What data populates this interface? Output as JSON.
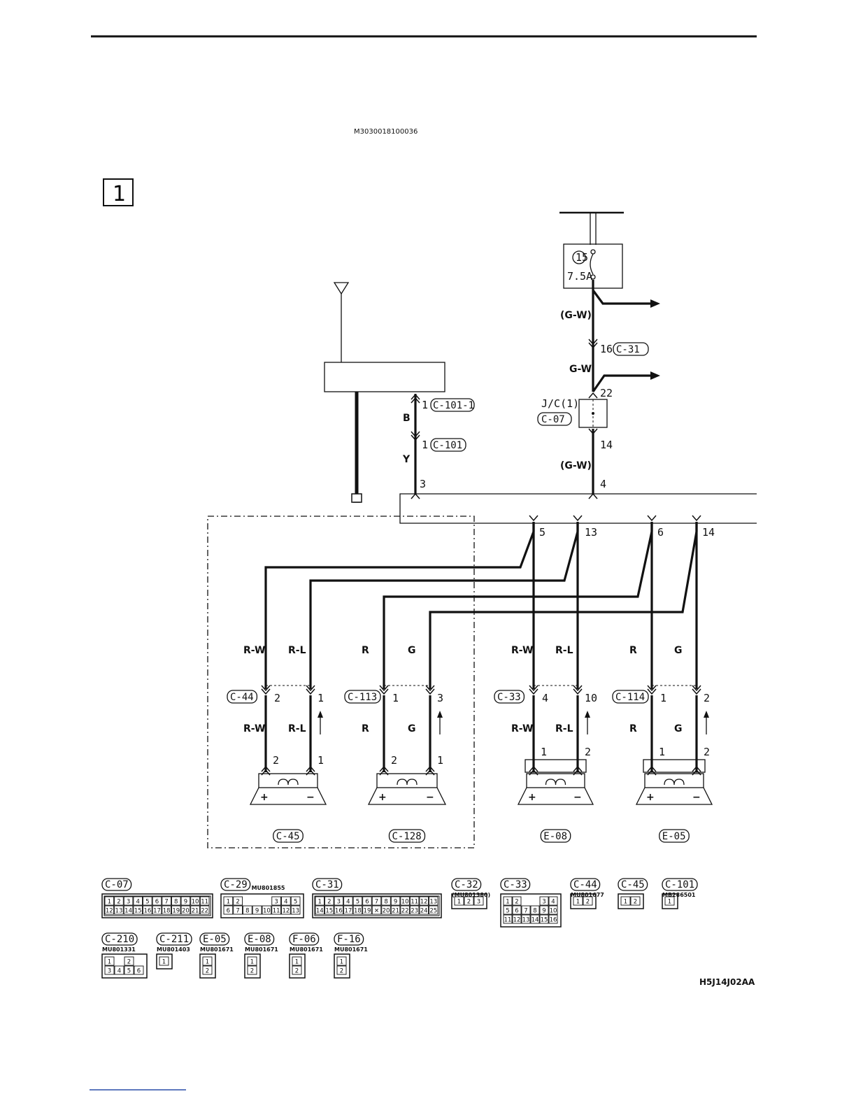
{
  "header": {
    "doc_code": "M3030018100036",
    "section_number": "1"
  },
  "fuse": {
    "number": "15",
    "rating": "7.5A"
  },
  "power_wires": {
    "upper_color": "(G-W)",
    "mid_color": "G-W",
    "lower_color": "(G-W)",
    "c31_pin": "16",
    "c31_conn": "C-31",
    "jc_pin_top": "22",
    "jc_pin_bottom": "14",
    "jc_label": "J/C(1)",
    "jc_conn": "C-07"
  },
  "antenna_wires": {
    "pin_c101_1": "1",
    "conn_c101_1": "C-101-1",
    "color_b": "B",
    "pin_c101": "1",
    "conn_c101": "C-101",
    "color_y": "Y"
  },
  "radio_pins": {
    "p3": "3",
    "p4": "4",
    "p5": "5",
    "p13": "13",
    "p6": "6",
    "p14": "14"
  },
  "speakers": [
    {
      "conn_mid": "C-44",
      "mid_pins": [
        "2",
        "1"
      ],
      "top_colors": [
        "R-W",
        "R-L"
      ],
      "bottom_colors": [
        "R-W",
        "R-L"
      ],
      "spk_pins": [
        "2",
        "1"
      ],
      "conn": "C-45"
    },
    {
      "conn_mid": "C-113",
      "mid_pins": [
        "1",
        "3"
      ],
      "top_colors": [
        "R",
        "G"
      ],
      "bottom_colors": [
        "R",
        "G"
      ],
      "spk_pins": [
        "2",
        "1"
      ],
      "conn": "C-128"
    },
    {
      "conn_mid": "C-33",
      "mid_pins": [
        "4",
        "10"
      ],
      "top_colors": [
        "R-W",
        "R-L"
      ],
      "bottom_colors": [
        "R-W",
        "R-L"
      ],
      "spk_pins": [
        "1",
        "2"
      ],
      "conn": "E-08"
    },
    {
      "conn_mid": "C-114",
      "mid_pins": [
        "1",
        "2"
      ],
      "top_colors": [
        "R",
        "G"
      ],
      "bottom_colors": [
        "R",
        "G"
      ],
      "spk_pins": [
        "1",
        "2"
      ],
      "conn": "E-05"
    }
  ],
  "speaker_polarity": {
    "plus": "+",
    "minus": "−"
  },
  "connector_legend": [
    {
      "id": "C-07",
      "part": "",
      "rows": [
        [
          "1",
          "2",
          "3",
          "4",
          "5",
          "6",
          "7",
          "8",
          "9",
          "10",
          "11"
        ],
        [
          "12",
          "13",
          "14",
          "15",
          "16",
          "17",
          "18",
          "19",
          "20",
          "21",
          "22"
        ]
      ]
    },
    {
      "id": "C-29",
      "part": "MU801855",
      "rows": [
        [
          "1",
          "2",
          "",
          "",
          "",
          "3",
          "4",
          "5"
        ],
        [
          "6",
          "7",
          "8",
          "9",
          "10",
          "11",
          "12",
          "13"
        ]
      ]
    },
    {
      "id": "C-31",
      "part": "",
      "rows": [
        [
          "1",
          "2",
          "3",
          "4",
          "5",
          "6",
          "7",
          "8",
          "9",
          "10",
          "11",
          "12",
          "13"
        ],
        [
          "14",
          "15",
          "16",
          "17",
          "18",
          "19",
          "✕",
          "20",
          "21",
          "22",
          "23",
          "24",
          "25"
        ]
      ]
    },
    {
      "id": "C-32",
      "part": "(MU801380)",
      "rows": [
        [
          "1",
          "2",
          "3"
        ]
      ]
    },
    {
      "id": "C-33",
      "part": "",
      "rows": [
        [
          "1",
          "2",
          "",
          "",
          "3",
          "4"
        ],
        [
          "5",
          "6",
          "7",
          "8",
          "9",
          "10"
        ],
        [
          "11",
          "12",
          "13",
          "14",
          "15",
          "16"
        ]
      ]
    },
    {
      "id": "C-44",
      "part": "MU801677",
      "rows": [
        [
          "1",
          "2"
        ]
      ]
    },
    {
      "id": "C-45",
      "part": "",
      "rows": [
        [
          "1",
          "2"
        ]
      ]
    },
    {
      "id": "C-101",
      "part": "MB286501",
      "rows": [
        [
          "1"
        ]
      ]
    },
    {
      "id": "C-210",
      "part": "MU801331",
      "rows": [
        [
          "1",
          "",
          "2"
        ],
        [
          "3",
          "4",
          "5",
          "6"
        ]
      ]
    },
    {
      "id": "C-211",
      "part": "MU801403",
      "rows": [
        [
          "1"
        ]
      ]
    },
    {
      "id": "E-05",
      "part": "MU801671",
      "rows": [
        [
          "1"
        ],
        [
          "2"
        ]
      ]
    },
    {
      "id": "E-08",
      "part": "MU801671",
      "rows": [
        [
          "1"
        ],
        [
          "2"
        ]
      ]
    },
    {
      "id": "F-06",
      "part": "MU801671",
      "rows": [
        [
          "1"
        ],
        [
          "2"
        ]
      ]
    },
    {
      "id": "F-16",
      "part": "MU801671",
      "rows": [
        [
          "1"
        ],
        [
          "2"
        ]
      ]
    }
  ],
  "footer": {
    "figure_code": "H5J14J02AA"
  }
}
